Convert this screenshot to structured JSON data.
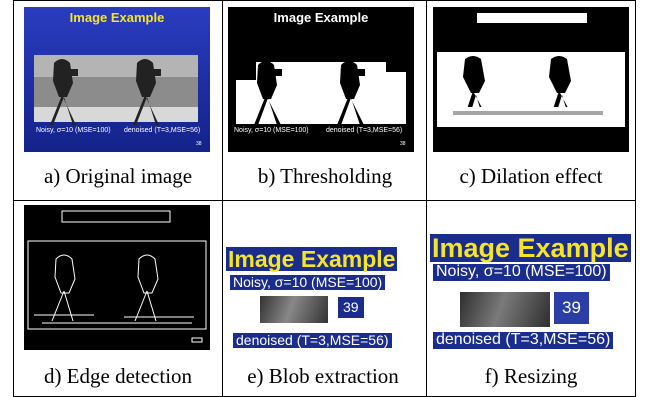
{
  "figure": {
    "captions": [
      "a) Original image",
      "b) Thresholding",
      "c) Dilation effect",
      "d) Edge detection",
      "e) Blob extraction",
      "f) Resizing"
    ],
    "slide": {
      "title": "Image Example",
      "left_caption": "Noisy, σ=10 (MSE=100)",
      "right_caption": "denoised (T=3,MSE=56)",
      "patch_value": "39",
      "page_mark": "38"
    },
    "colors": {
      "slide_blue": "#1f2fa8",
      "title_yellow": "#f5e52a",
      "chip_blue": "#1a2c8c"
    }
  }
}
